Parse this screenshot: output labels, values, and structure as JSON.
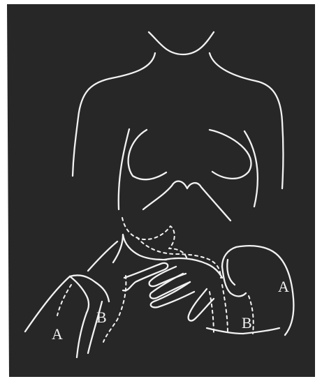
{
  "figure": {
    "background_color": "#272727",
    "line_color": "#f2f2f2",
    "labels": {
      "left_a": "A",
      "left_b": "B",
      "right_a": "A",
      "right_b": "B"
    }
  }
}
